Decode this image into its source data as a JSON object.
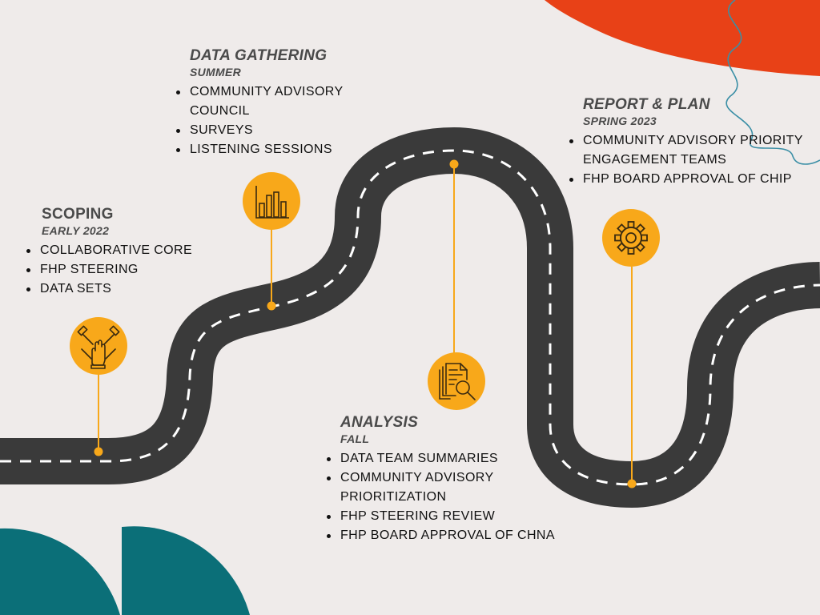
{
  "colors": {
    "background": "#efebea",
    "road": "#3a3a3a",
    "road_dash": "#ffffff",
    "marker": "#f8a81a",
    "accent_orange": "#e84117",
    "accent_teal": "#0b6f78",
    "wave": "#3b8fa6",
    "text": "#4a4a4a"
  },
  "phases": [
    {
      "id": "scoping",
      "title": "SCOPING",
      "subtitle": "EARLY 2022",
      "icon": "teamwork-hands-icon",
      "items": [
        "COLLABORATIVE CORE",
        "FHP STEERING",
        "DATA SETS"
      ]
    },
    {
      "id": "data-gathering",
      "title": "DATA GATHERING",
      "subtitle": "SUMMER",
      "icon": "bar-chart-icon",
      "items": [
        "COMMUNITY ADVISORY COUNCIL",
        "SURVEYS",
        "LISTENING SESSIONS"
      ]
    },
    {
      "id": "analysis",
      "title": "ANALYSIS",
      "subtitle": "FALL",
      "icon": "document-magnifier-icon",
      "items": [
        "DATA TEAM SUMMARIES",
        "COMMUNITY ADVISORY PRIORITIZATION",
        "FHP STEERING REVIEW",
        "FHP BOARD APPROVAL OF CHNA"
      ]
    },
    {
      "id": "report-plan",
      "title": "REPORT & PLAN",
      "subtitle": "SPRING 2023",
      "icon": "gear-icon",
      "items": [
        "COMMUNITY ADVISORY PRIORITY ENGAGEMENT TEAMS",
        "FHP BOARD APPROVAL OF CHIP"
      ]
    }
  ]
}
